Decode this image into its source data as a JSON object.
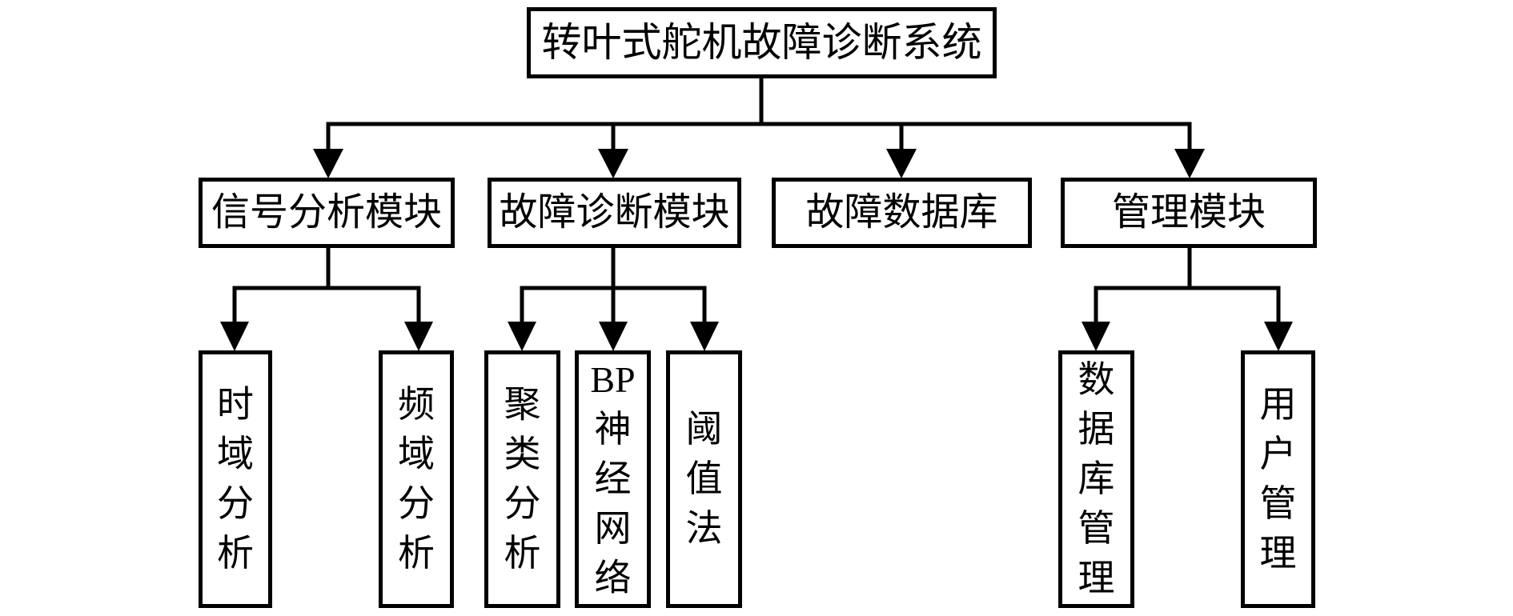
{
  "diagram": {
    "background_color": "#ffffff",
    "line_color": "#000000",
    "box_border_color": "#000000",
    "text_color": "#000000",
    "nodes": {
      "root": {
        "label": "转叶式舵机故障诊断系统",
        "orientation": "horizontal"
      },
      "signal_analysis": {
        "label": "信号分析模块",
        "orientation": "horizontal"
      },
      "fault_diagnosis": {
        "label": "故障诊断模块",
        "orientation": "horizontal"
      },
      "fault_database": {
        "label": "故障数据库",
        "orientation": "horizontal"
      },
      "management": {
        "label": "管理模块",
        "orientation": "horizontal"
      },
      "time_domain": {
        "label": "时\n域\n分\n析",
        "orientation": "vertical"
      },
      "freq_domain": {
        "label": "频\n域\n分\n析",
        "orientation": "vertical"
      },
      "cluster_analysis": {
        "label": "聚\n类\n分\n析",
        "orientation": "vertical"
      },
      "bp_neural_network": {
        "label": "BP\n神\n经\n网\n络",
        "orientation": "vertical"
      },
      "threshold_method": {
        "label": "阈\n值\n法",
        "orientation": "vertical"
      },
      "database_management": {
        "label": "数\n据\n库\n管\n理",
        "orientation": "vertical"
      },
      "user_management": {
        "label": "用\n户\n管\n理",
        "orientation": "vertical"
      }
    },
    "edges": [
      {
        "from": "root",
        "to": "signal_analysis"
      },
      {
        "from": "root",
        "to": "fault_diagnosis"
      },
      {
        "from": "root",
        "to": "fault_database"
      },
      {
        "from": "root",
        "to": "management"
      },
      {
        "from": "signal_analysis",
        "to": "time_domain"
      },
      {
        "from": "signal_analysis",
        "to": "freq_domain"
      },
      {
        "from": "fault_diagnosis",
        "to": "cluster_analysis"
      },
      {
        "from": "fault_diagnosis",
        "to": "bp_neural_network"
      },
      {
        "from": "fault_diagnosis",
        "to": "threshold_method"
      },
      {
        "from": "management",
        "to": "database_management"
      },
      {
        "from": "management",
        "to": "user_management"
      }
    ]
  }
}
